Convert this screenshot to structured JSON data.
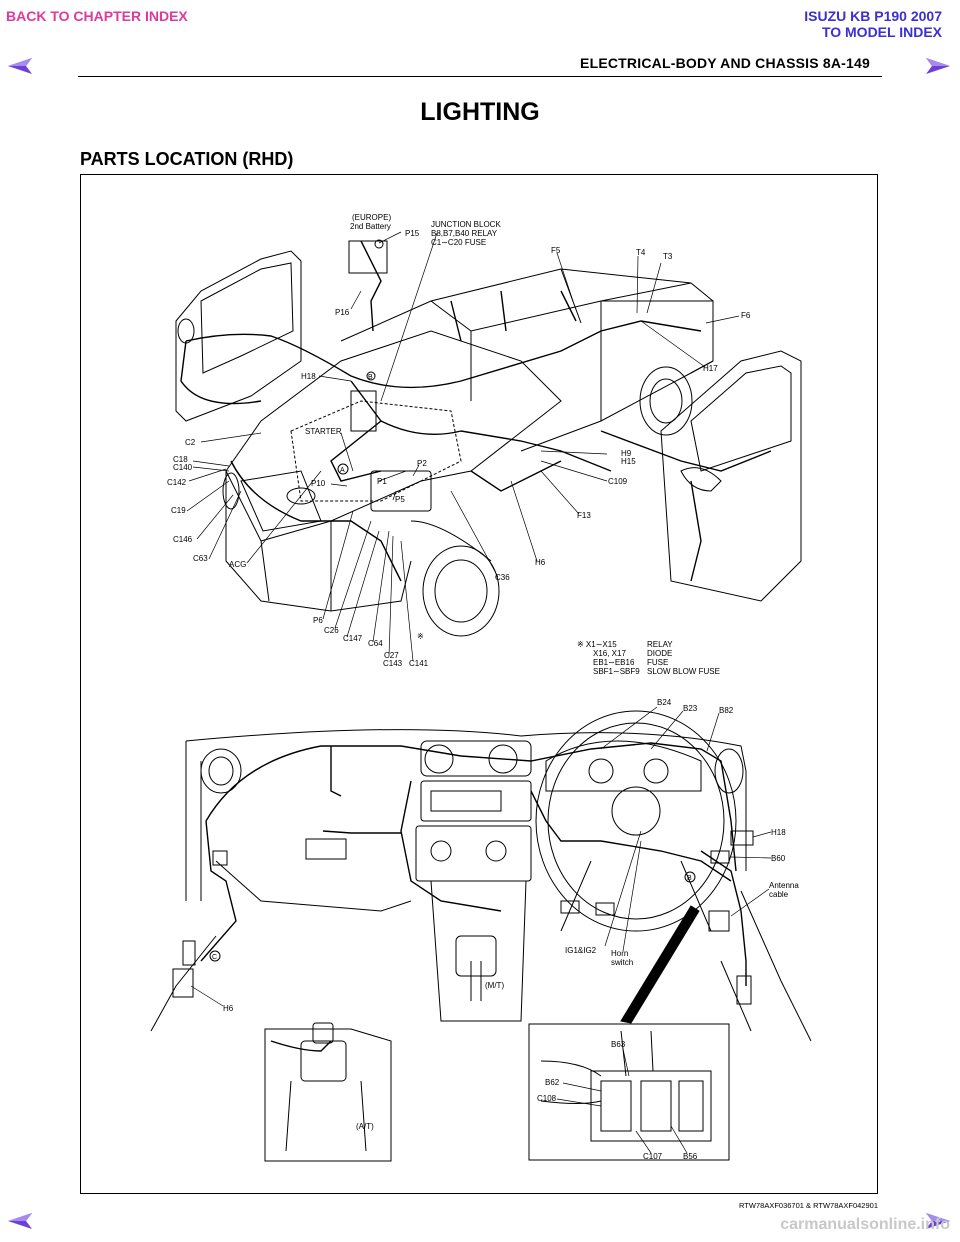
{
  "nav": {
    "back_label": "BACK TO CHAPTER INDEX",
    "model_line1": "ISUZU KB P190 2007",
    "model_line2": "TO MODEL INDEX"
  },
  "header": {
    "title": "ELECTRICAL-BODY AND CHASSIS  8A-149"
  },
  "page": {
    "title": "LIGHTING",
    "section": "PARTS LOCATION (RHD)"
  },
  "diagram_top": {
    "labels": {
      "europe": "(EUROPE)",
      "battery2": "2nd Battery",
      "p15": "P15",
      "jb1": "JUNCTION BLOCK",
      "jb2": "B8,B7,B40 RELAY",
      "jb3": "C1∼C20 FUSE",
      "f5": "F5",
      "t4": "T4",
      "t3": "T3",
      "f6": "F6",
      "p16": "P16",
      "h17": "H17",
      "h18": "H18",
      "starter": "STARTER",
      "c2": "C2",
      "c18": "C18",
      "c140": "C140",
      "c142": "C142",
      "c19": "C19",
      "c146": "C146",
      "c63": "C63",
      "acg": "ACG",
      "p10": "P10",
      "p1": "P1",
      "p2": "P2",
      "p5": "P5",
      "h9": "H9",
      "h15": "H15",
      "c109": "C109",
      "f13": "F13",
      "h6": "H6",
      "c36": "C36",
      "p6": "P6",
      "c26": "C26",
      "c147": "C147",
      "c64": "C64",
      "kome": "※",
      "c27": "C27",
      "c143": "C143",
      "c141": "C141",
      "a": "A",
      "b": "B"
    },
    "legend": [
      {
        "code": "※ X1∼X15",
        "desc": "RELAY"
      },
      {
        "code": "X16, X17",
        "desc": "DIODE"
      },
      {
        "code": "EB1∼EB16",
        "desc": "FUSE"
      },
      {
        "code": "SBF1∼SBF9",
        "desc": "SLOW BLOW FUSE"
      }
    ]
  },
  "diagram_bottom": {
    "labels": {
      "b24": "B24",
      "b23": "B23",
      "b82": "B82",
      "h18": "H18",
      "b60": "B60",
      "antenna1": "Antenna",
      "antenna2": "cable",
      "ig": "IG1&IG2",
      "horn1": "Horn",
      "horn2": "switch",
      "mt": "(M/T)",
      "h6": "H6",
      "at": "(A/T)",
      "b63": "B63",
      "b62": "B62",
      "c108": "C108",
      "c107": "C107",
      "b56": "B56",
      "b": "B",
      "c": "C"
    }
  },
  "footer": {
    "caption": "RTW78AXF036701 & RTW78AXF042901",
    "watermark": "carmanualsonline.info"
  },
  "colors": {
    "nav_pink": "#e0399c",
    "nav_blue": "#3b2fd0",
    "arrow_fill": "#6b3fd8"
  }
}
